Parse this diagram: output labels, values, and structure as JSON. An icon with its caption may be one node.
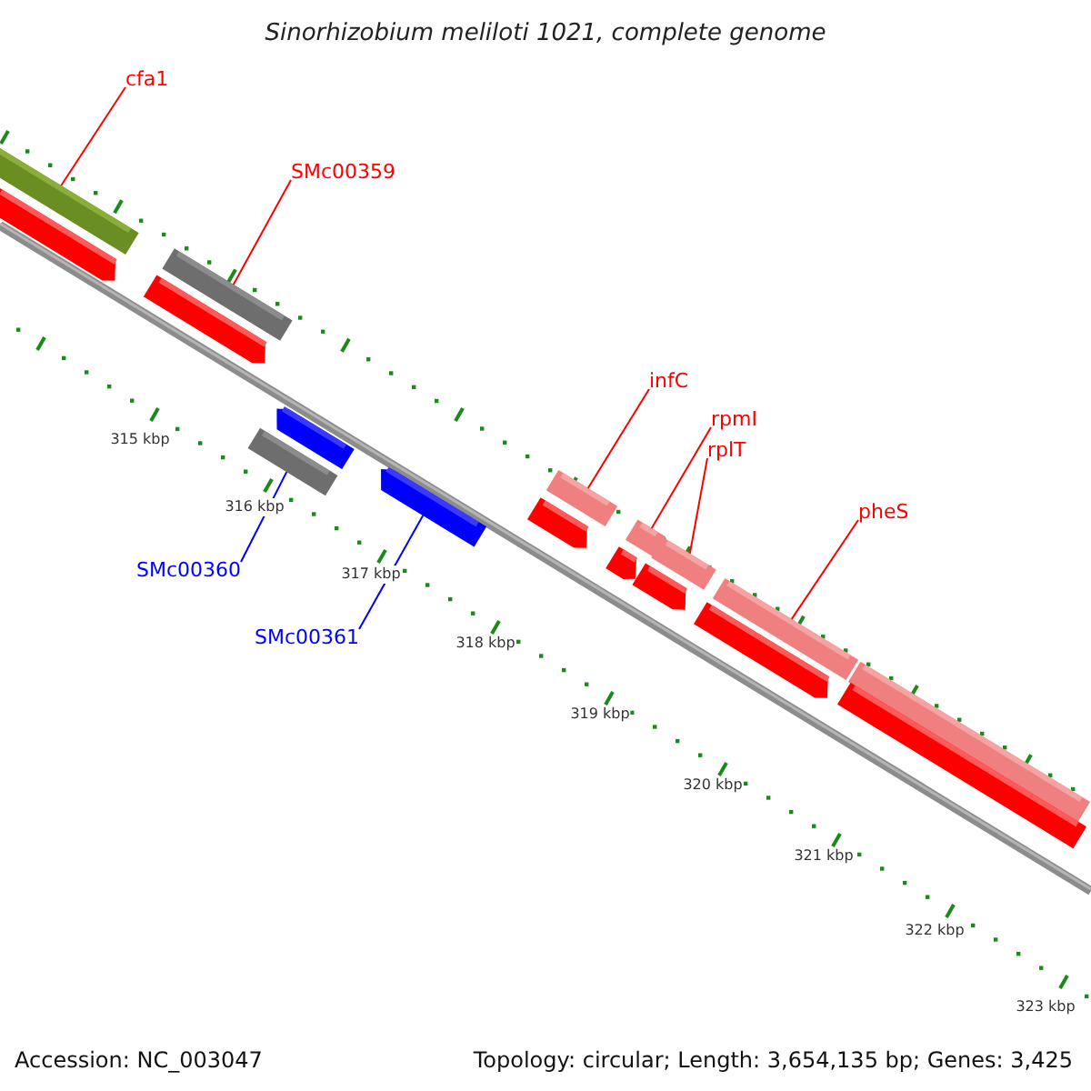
{
  "diagram": {
    "title": "Sinorhizobium meliloti 1021, complete genome",
    "nodes": [
      {
        "text": [
          "cfa1"
        ]
      },
      {
        "text": [
          "SMc00359"
        ]
      },
      {
        "text": [
          "SMc00360"
        ]
      },
      {
        "text": [
          "SMc00361"
        ]
      },
      {
        "text": [
          "infC"
        ]
      },
      {
        "text": [
          "rpmI"
        ]
      },
      {
        "text": [
          "rplT"
        ]
      },
      {
        "text": [
          "pheS"
        ]
      },
      {
        "text": [],
        "shape": "bar"
      },
      {
        "text": [],
        "shape": "bar"
      },
      {
        "text": [],
        "shape": "bar"
      },
      {
        "text": [],
        "shape": "bar"
      },
      {
        "text": [],
        "shape": "bar"
      },
      {
        "text": [],
        "shape": "bar"
      },
      {
        "text": [],
        "shape": "bar"
      },
      {
        "text": [],
        "shape": "bar"
      },
      {
        "text": [],
        "shape": "bar"
      },
      {
        "text": [],
        "shape": "bar"
      },
      {
        "text": [],
        "shape": "bar"
      },
      {
        "text": [],
        "shape": "bar"
      },
      {
        "text": [],
        "shape": "bar"
      },
      {
        "text": [],
        "shape": "bar"
      },
      {
        "text": [],
        "shape": "bar"
      },
      {
        "text": [],
        "shape": "bar"
      },
      {
        "text": [],
        "shape": "bar"
      }
    ],
    "edges": [
      {
        "from": 0,
        "to": 8,
        "arrow": "none"
      },
      {
        "from": 1,
        "to": 9,
        "arrow": "none"
      },
      {
        "from": 2,
        "to": 10,
        "arrow": "none",
        "color": "#0000ff"
      },
      {
        "from": 3,
        "to": 11,
        "arrow": "none",
        "color": "#0000ff"
      },
      {
        "from": 4,
        "to": 12,
        "arrow": "none"
      },
      {
        "from": 5,
        "to": 13,
        "arrow": "none"
      },
      {
        "from": 6,
        "to": 14,
        "arrow": "none"
      },
      {
        "from": 7,
        "to": 15,
        "arrow": "none"
      }
    ],
    "labels": [
      "315 kbp",
      "316 kbp",
      "317 kbp",
      "318 kbp",
      "319 kbp",
      "320 kbp",
      "321 kbp",
      "322 kbp",
      "323 kbp",
      "Accession: NC_003047",
      "Topology: circular; Length: 3,654,135 bp; Genes: 3,425"
    ]
  }
}
